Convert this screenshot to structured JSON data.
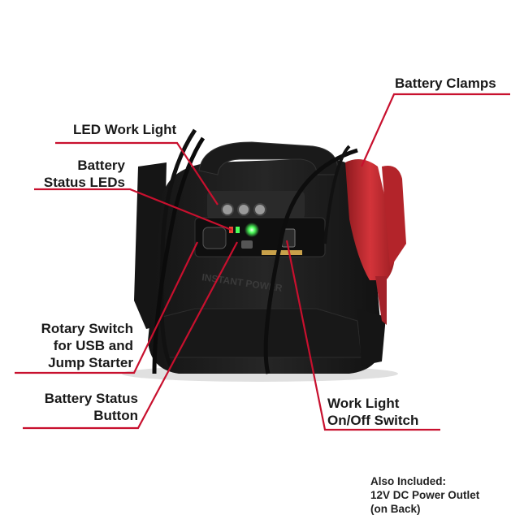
{
  "product": {
    "brand_text": "INSTANT POWER"
  },
  "callouts": {
    "battery_clamps": "Battery Clamps",
    "led_work_light": "LED Work Light",
    "battery_status_leds": [
      "Battery",
      "Status LEDs"
    ],
    "rotary_switch": [
      "Rotary Switch",
      "for USB and",
      "Jump Starter"
    ],
    "battery_status_button": [
      "Battery Status",
      "Button"
    ],
    "work_light_switch": [
      "Work Light",
      "On/Off Switch"
    ]
  },
  "note": [
    "Also Included:",
    "12V DC Power Outlet",
    "(on Back)"
  ],
  "colors": {
    "callout_line": "#c8102e",
    "clamp_red": "#c0272d",
    "body_black": "#1c1c1c",
    "led_green": "#4cff5a"
  }
}
